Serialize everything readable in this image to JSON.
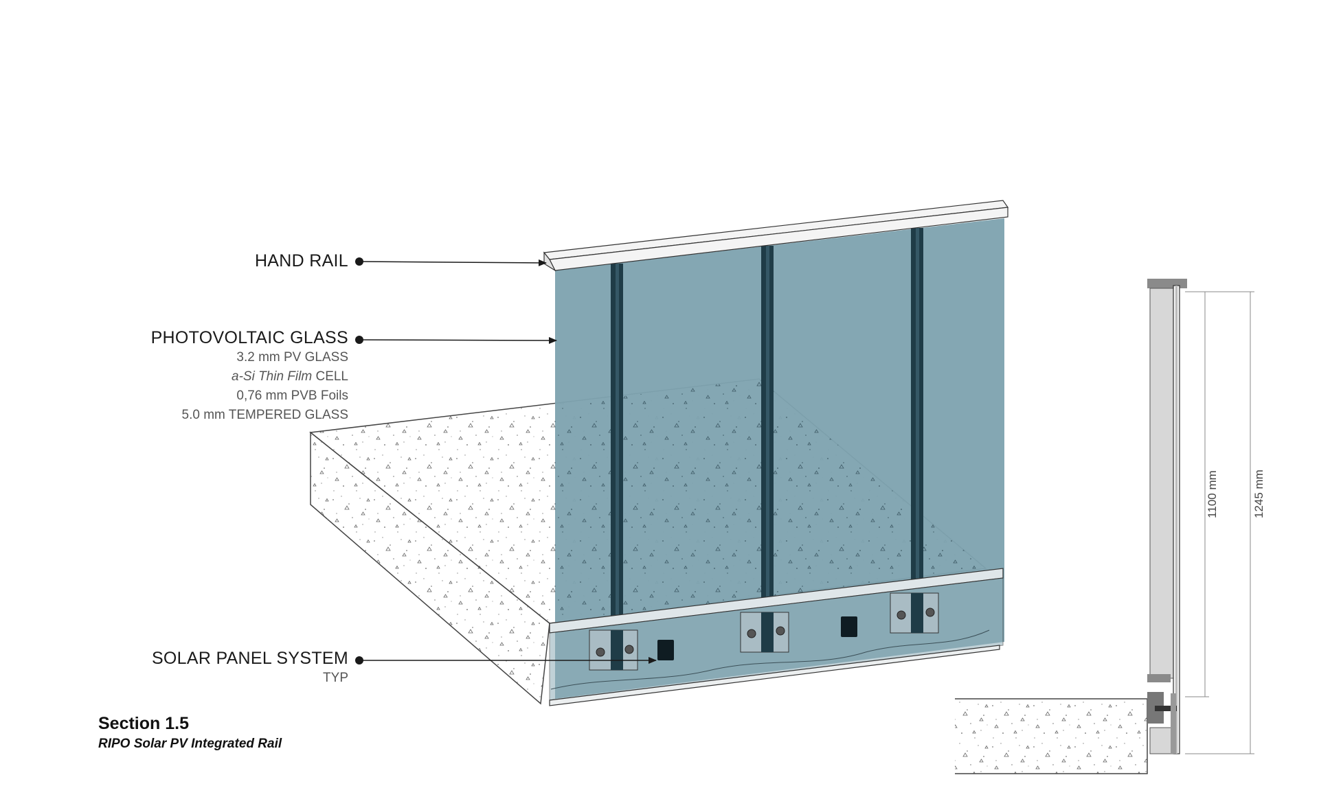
{
  "labels": {
    "hand_rail": "HAND RAIL",
    "pv_glass": {
      "title": "PHOTOVOLTAIC GLASS",
      "lines": [
        "3.2 mm PV GLASS",
        "a-Si Thin Film",
        " CELL",
        "0,76 mm PVB Foils",
        "5.0 mm TEMPERED GLASS"
      ]
    },
    "solar_panel": {
      "title": "SOLAR PANEL SYSTEM",
      "sub": "TYP"
    }
  },
  "caption": {
    "title": "Section 1.5",
    "subtitle": "RIPO Solar PV Integrated Rail"
  },
  "dimensions": {
    "inner": "1100 mm",
    "outer": "1245 mm"
  },
  "colors": {
    "glass": "#7fa3b0",
    "post": "#1f3c47",
    "rail": "#f4f4f4",
    "concrete": "#ffffff"
  }
}
